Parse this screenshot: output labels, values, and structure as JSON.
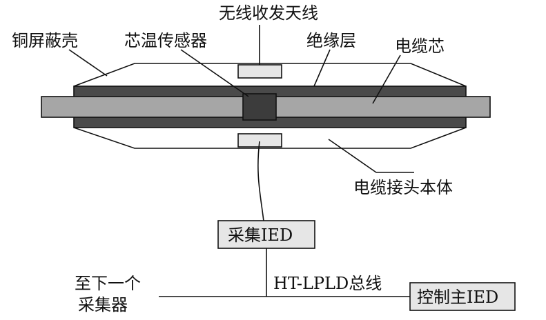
{
  "labels": {
    "antenna": "无线收发天线",
    "shield": "铜屏蔽壳",
    "sensor": "芯温传感器",
    "insulation": "绝缘层",
    "core": "电缆芯",
    "joint_body": "电缆接头本体",
    "collect_ied": "采集IED",
    "bus": "HT-LPLD总线",
    "next_collector_line1": "至下一个",
    "next_collector_line2": "采集器",
    "control_ied": "控制主IED"
  },
  "colors": {
    "shield_fill": "#4a4a4a",
    "core_fill": "#a6a6a6",
    "sensor_fill": "#3c3c3c",
    "box_fill": "#e6e6e6",
    "line": "#111111"
  }
}
